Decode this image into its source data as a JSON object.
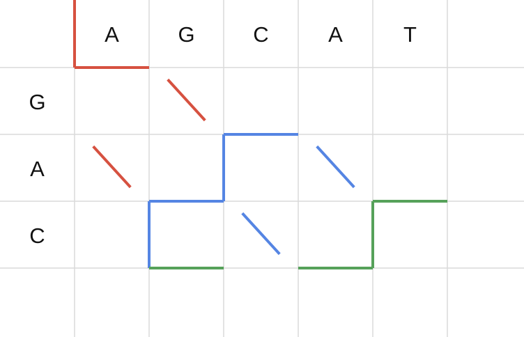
{
  "column_headers": [
    "A",
    "G",
    "C",
    "A",
    "T"
  ],
  "row_headers": [
    "G",
    "A",
    "C"
  ],
  "colors": {
    "red": "#d65140",
    "blue": "#5585e3",
    "green": "#56a15a",
    "grid": "#dadada"
  },
  "paths": [
    {
      "color": "red",
      "segments": [
        {
          "kind": "down",
          "from": [
            1,
            0
          ]
        },
        {
          "kind": "right",
          "from": [
            1,
            1
          ]
        },
        {
          "kind": "diagonal",
          "from": [
            2,
            1
          ]
        },
        {
          "kind": "diagonal",
          "from": [
            1,
            2
          ]
        }
      ]
    },
    {
      "color": "blue",
      "segments": [
        {
          "kind": "right",
          "from": [
            3,
            2
          ]
        },
        {
          "kind": "down",
          "from": [
            3,
            2
          ]
        },
        {
          "kind": "right",
          "from": [
            2,
            3
          ]
        },
        {
          "kind": "down",
          "from": [
            2,
            3
          ]
        },
        {
          "kind": "diagonal",
          "from": [
            4,
            2
          ]
        },
        {
          "kind": "diagonal",
          "from": [
            3,
            3
          ]
        }
      ]
    },
    {
      "color": "green",
      "segments": [
        {
          "kind": "right",
          "from": [
            2,
            4
          ]
        },
        {
          "kind": "right",
          "from": [
            4,
            4
          ]
        },
        {
          "kind": "down",
          "from": [
            5,
            3
          ]
        },
        {
          "kind": "right",
          "from": [
            5,
            3
          ]
        }
      ]
    }
  ]
}
